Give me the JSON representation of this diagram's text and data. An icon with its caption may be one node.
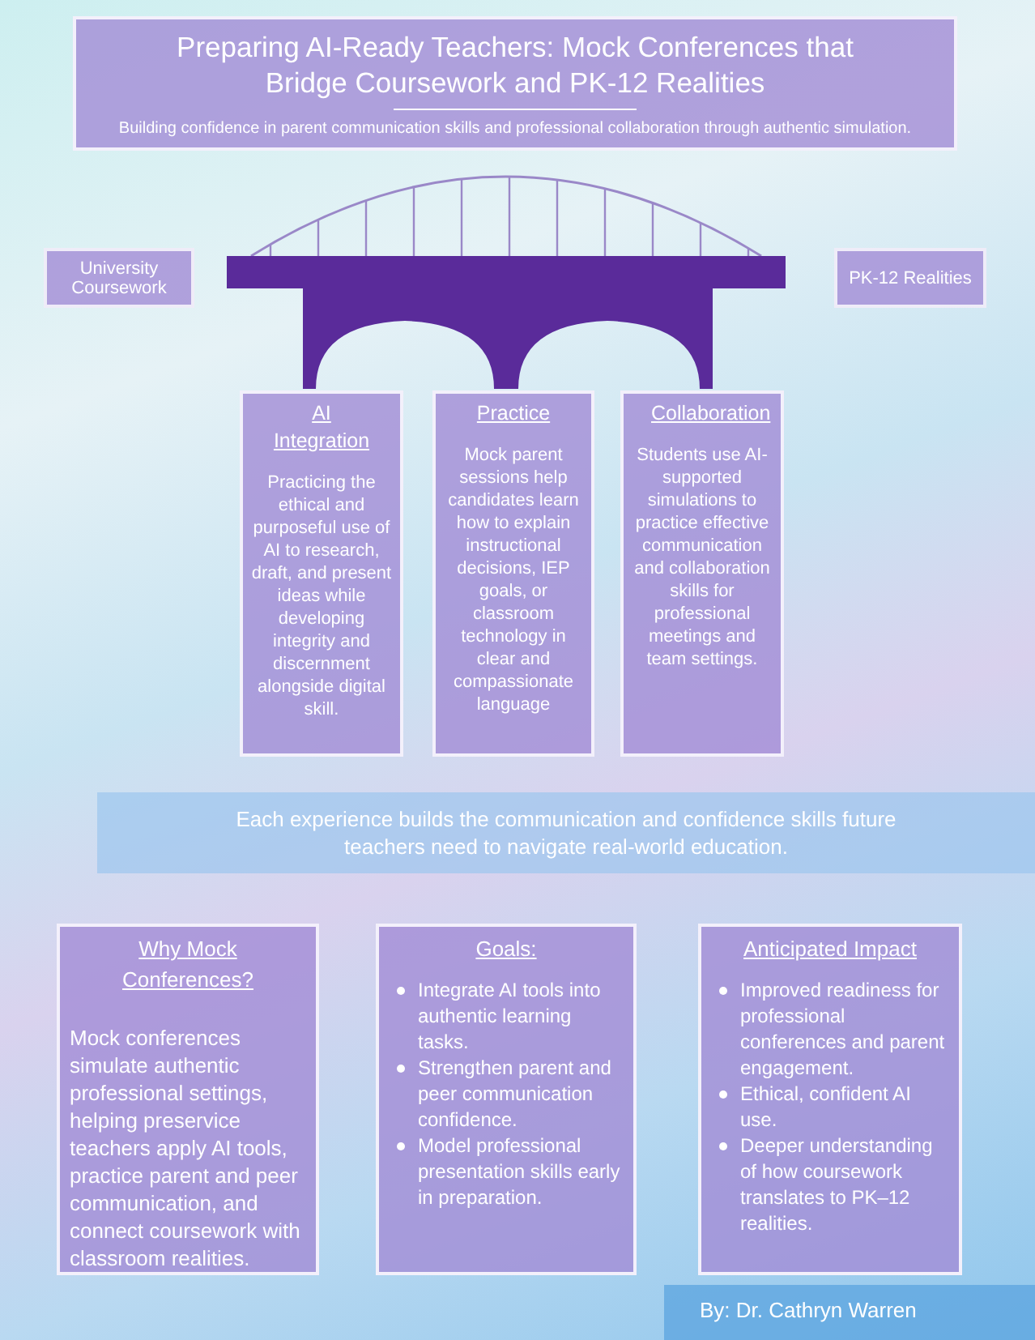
{
  "diagram": {
    "nodes": [
      {
        "text": [
          "Preparing AI-Ready Teachers: Mock Conferences that Bridge Coursework and PK-12 Realities",
          "Building confidence in parent communication skills and professional collaboration through authentic simulation."
        ]
      },
      {
        "text": [
          "University Coursework"
        ]
      },
      {
        "text": [
          "PK-12 Realities"
        ]
      },
      {
        "text": [
          "AI Integration",
          "Practicing the ethical and purposeful use of AI to research, draft, and present ideas while developing integrity and discernment alongside digital skill."
        ]
      },
      {
        "text": [
          "Practice",
          "Mock parent sessions help candidates learn how to explain instructional decisions, IEP goals, or classroom technology in clear and compassionate language"
        ]
      },
      {
        "text": [
          "Collaboration",
          "Students use AI-supported simulations to practice effective communication and collaboration skills for professional meetings and team settings."
        ]
      },
      {
        "text": [
          "Each experience builds the communication and confidence skills future teachers need to navigate real-world education."
        ]
      },
      {
        "text": [
          "Why Mock Conferences?",
          "Mock conferences simulate authentic professional settings, helping preservice teachers apply AI tools, practice parent and peer communication, and connect coursework with classroom realities."
        ]
      },
      {
        "text": [
          "Goals:",
          "Integrate AI tools into authentic learning tasks.",
          "Strengthen parent and peer communication confidence.",
          "Model professional presentation skills early in preparation."
        ]
      },
      {
        "text": [
          "Anticipated Impact",
          "Improved readiness for professional conferences and parent engagement.",
          "Ethical, confident AI use.",
          "Deeper understanding of how coursework translates to PK–12 realities."
        ]
      }
    ],
    "labels": [
      "By: Dr. Cathryn Warren"
    ]
  }
}
